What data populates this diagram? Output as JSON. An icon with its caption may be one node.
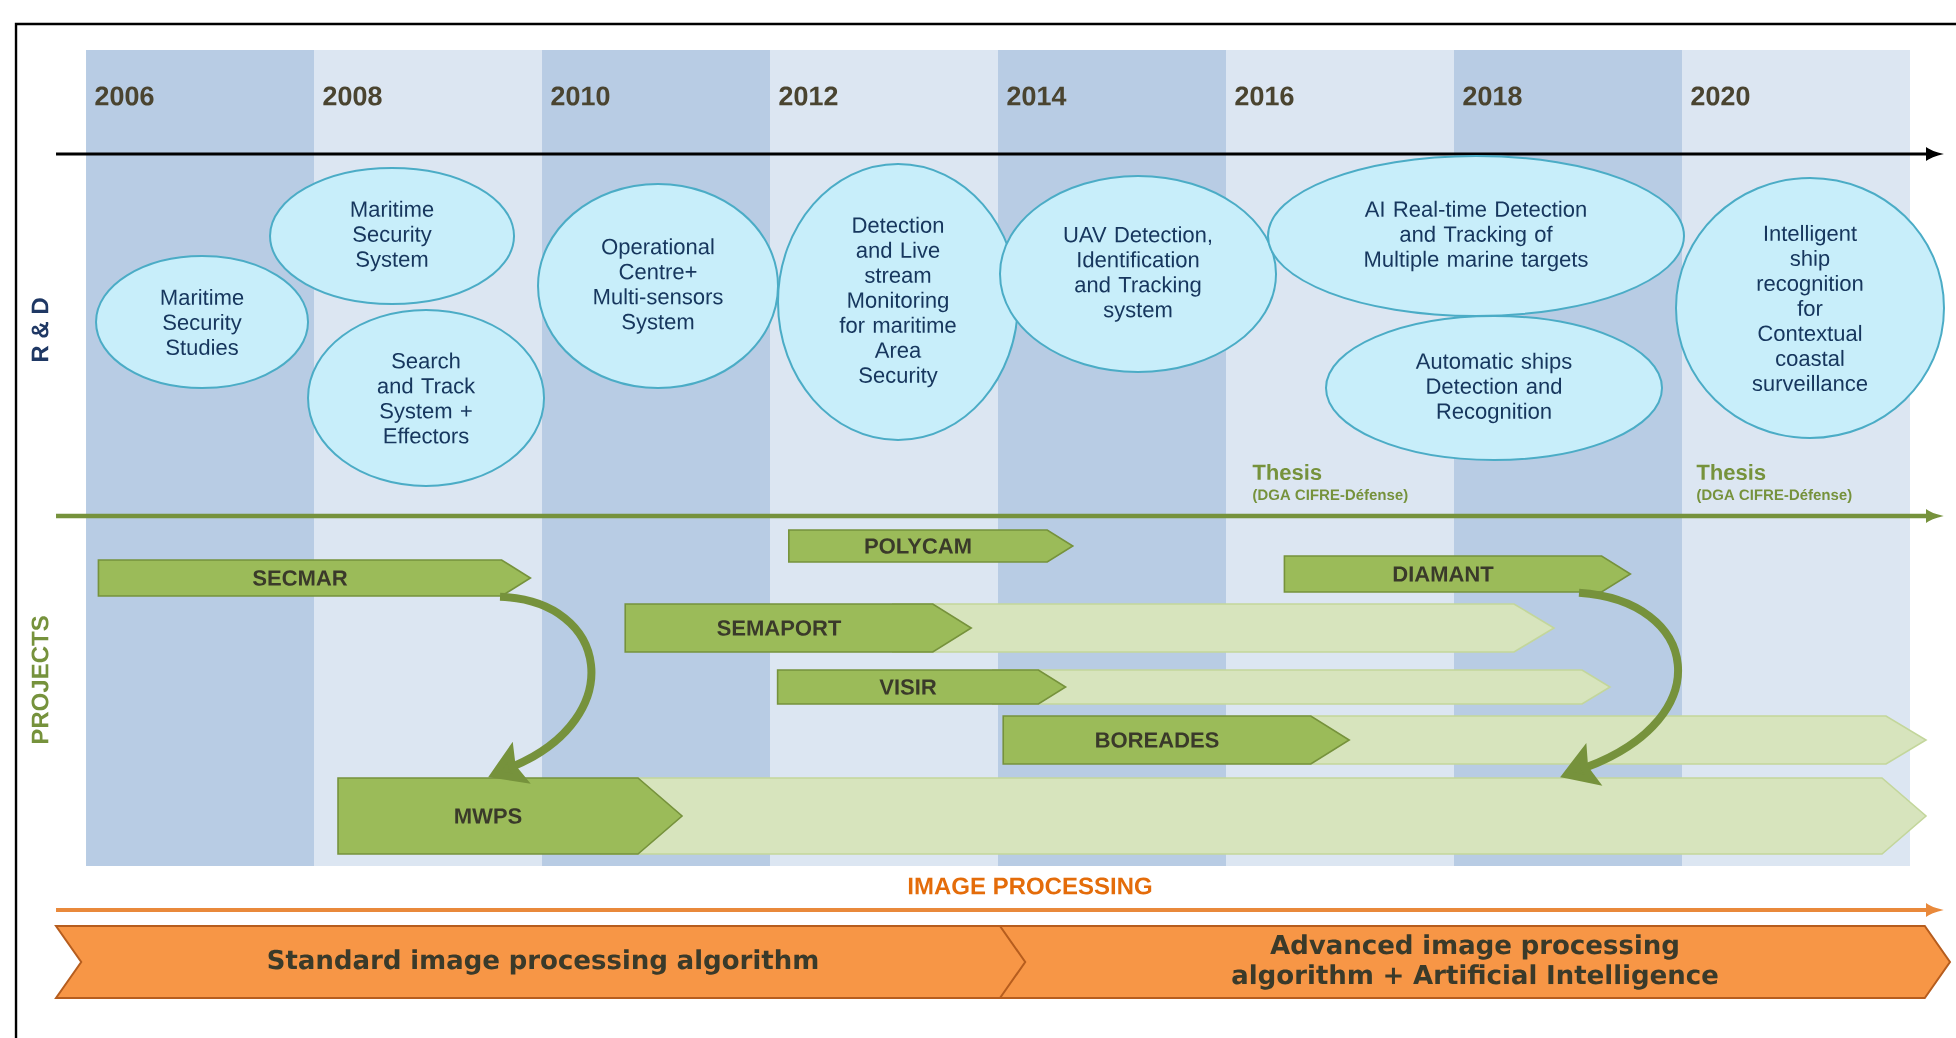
{
  "diagram": {
    "nodes": [
      {
        "text": [
          "Maritime Security Studies"
        ]
      },
      {
        "text": [
          "Maritime Security System"
        ]
      },
      {
        "text": [
          "Search and Track System + Effectors"
        ]
      },
      {
        "text": [
          "Operational Centre+ Multi-sensors System"
        ]
      },
      {
        "text": [
          "Detection and Live stream Monitoring for maritime Area Security"
        ]
      },
      {
        "text": [
          "UAV Detection, Identification and Tracking system"
        ]
      },
      {
        "text": [
          "AI Real-time Detection and Tracking of Multiple marine targets"
        ]
      },
      {
        "text": [
          "Automatic ships Detection and Recognition"
        ]
      },
      {
        "text": [
          "Intelligent ship recognition for Contextual coastal surveillance"
        ]
      },
      {
        "text": [
          "POLYCAM"
        ]
      },
      {
        "text": [
          "SECMAR"
        ]
      },
      {
        "text": [
          "DIAMANT"
        ]
      },
      {
        "text": [
          "SEMAPORT"
        ]
      },
      {
        "text": [
          "VISIR"
        ]
      },
      {
        "text": [
          "BOREADES"
        ]
      },
      {
        "text": [
          "MWPS"
        ]
      },
      {
        "text": [
          "Standard image processing algorithm"
        ]
      },
      {
        "text": [
          "Advanced image processing algorithm + Artificial Intelligence"
        ]
      }
    ],
    "edges": [
      {
        "from": 10,
        "to": 15,
        "arrow": "to"
      },
      {
        "from": 11,
        "to": 15,
        "arrow": "to"
      }
    ],
    "labels": [
      "2006",
      "2008",
      "2010",
      "2012",
      "2014",
      "2016",
      "2018",
      "2020",
      "R & D",
      "Thesis",
      "(DGA CIFRE-Défense)",
      "Thesis",
      "(DGA CIFRE-Défense)",
      "PROJECTS",
      "IMAGE PROCESSING"
    ]
  }
}
